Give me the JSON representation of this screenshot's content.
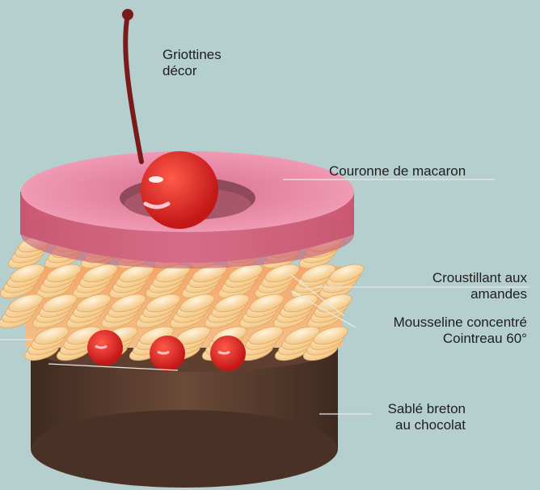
{
  "labels": {
    "griottines": [
      "Griottines",
      "décor"
    ],
    "couronne": [
      "Couronne de macaron"
    ],
    "croustillant": [
      "Croustillant aux",
      "amandes"
    ],
    "mousseline": [
      "Mousseline concentré",
      "Cointreau 60°"
    ],
    "sable": [
      "Sablé breton",
      "au chocolat"
    ]
  },
  "colors": {
    "background": "#b5cfcf",
    "macaron": "#e27fa0",
    "cherry": "#e52b2b",
    "stem": "#7a1a1a",
    "cream": "#f8d8a0",
    "mousse": "#f4a065",
    "sable": "#5a3c2e"
  }
}
